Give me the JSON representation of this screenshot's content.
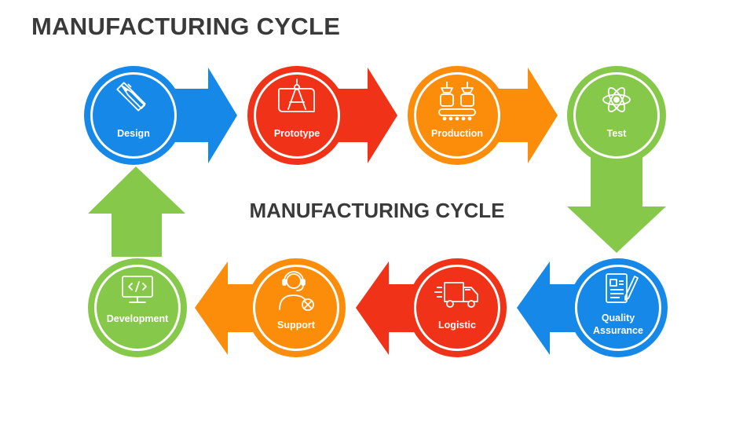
{
  "title": "MANUFACTURING CYCLE",
  "center_title": "MANUFACTURING CYCLE",
  "colors": {
    "blue": "#1689e8",
    "red": "#f03218",
    "orange": "#fb8d0a",
    "green": "#86c84a"
  },
  "steps": [
    {
      "label": "Design",
      "icon": "pencil-ruler-icon",
      "color": "#1689e8"
    },
    {
      "label": "Prototype",
      "icon": "compass-blueprint-icon",
      "color": "#f03218"
    },
    {
      "label": "Production",
      "icon": "robotic-assembly-icon",
      "color": "#fb8d0a"
    },
    {
      "label": "Test",
      "icon": "atom-icon",
      "color": "#86c84a"
    },
    {
      "label": "Quality Assurance",
      "label_lines": [
        "Quality",
        "Assurance"
      ],
      "icon": "certificate-pen-icon",
      "color": "#1689e8"
    },
    {
      "label": "Logistic",
      "icon": "delivery-truck-icon",
      "color": "#f03218"
    },
    {
      "label": "Support",
      "icon": "headset-agent-icon",
      "color": "#fb8d0a"
    },
    {
      "label": "Development",
      "icon": "code-monitor-icon",
      "color": "#86c84a"
    }
  ]
}
